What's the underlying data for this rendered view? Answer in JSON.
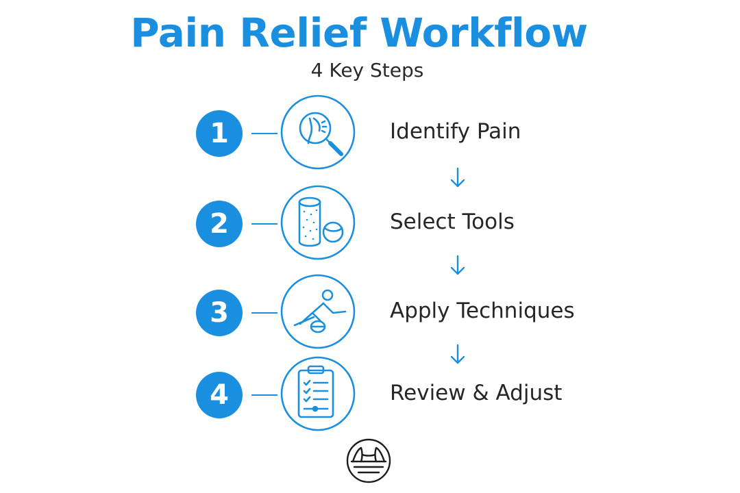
{
  "title": "Pain Relief Workflow",
  "subtitle": "4 Key Steps",
  "accent_color": "#1a8fe0",
  "steps": [
    {
      "number": "1",
      "label": "Identify Pain",
      "icon": "magnifier-body-icon"
    },
    {
      "number": "2",
      "label": "Select Tools",
      "icon": "foam-roller-ball-icon"
    },
    {
      "number": "3",
      "label": "Apply Techniques",
      "icon": "person-foam-rolling-icon"
    },
    {
      "number": "4",
      "label": "Review & Adjust",
      "icon": "clipboard-checklist-icon"
    }
  ],
  "flow_arrow_icon": "arrow-down-icon",
  "footer_logo_icon": "brand-logo-icon"
}
